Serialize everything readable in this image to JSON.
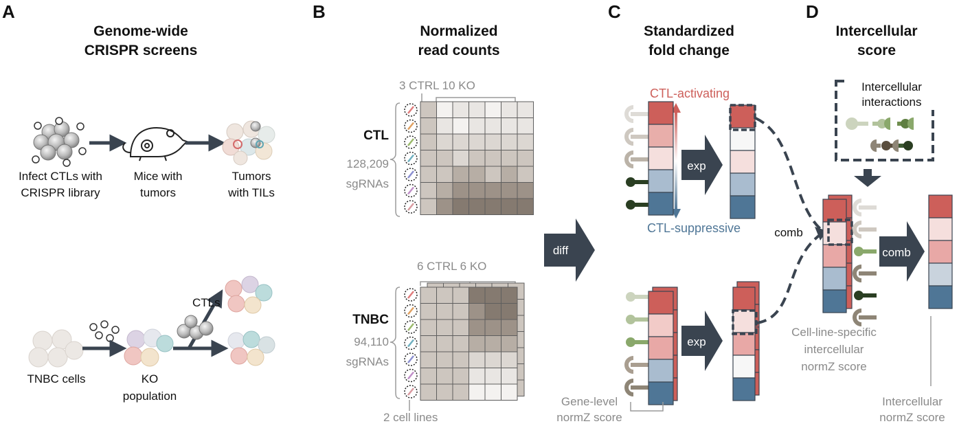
{
  "panels": {
    "a": {
      "letter": "A",
      "title_line1": "Genome-wide",
      "title_line2": "CRISPR screens",
      "ctl_workflow": {
        "step1_line1": "Infect CTLs with",
        "step1_line2": "CRISPR library",
        "step2_line1": "Mice with",
        "step2_line2": "tumors",
        "step3_line1": "Tumors",
        "step3_line2": "with TILs"
      },
      "tnbc_workflow": {
        "step1": "TNBC cells",
        "step2_line1": "KO",
        "step2_line2": "population",
        "branch_label": "CTLs"
      }
    },
    "b": {
      "letter": "B",
      "title_line1": "Normalized",
      "title_line2": "read counts",
      "ctl": {
        "columns_label": "3 CTRL 10 KO",
        "name": "CTL",
        "count": "128,209",
        "unit": "sgRNAs"
      },
      "tnbc": {
        "columns_label": "6 CTRL  6 KO",
        "name": "TNBC",
        "count": "94,110",
        "unit": "sgRNAs",
        "footer": "2 cell lines"
      },
      "arrow": "diff"
    },
    "c": {
      "letter": "C",
      "title_line1": "Standardized",
      "title_line2": "fold change",
      "top_label": "CTL-activating",
      "bottom_label": "CTL-suppressive",
      "arrow_top": "exp",
      "arrow_bottom": "exp",
      "footer_line1": "Gene-level",
      "footer_line2": "normZ score"
    },
    "d": {
      "letter": "D",
      "title_line1": "Intercellular",
      "title_line2": "score",
      "box_line1": "Intercellular",
      "box_line2": "interactions",
      "merge_label": "comb",
      "arrow": "comb",
      "caption_line1": "Cell-line-specific",
      "caption_line2": "intercellular",
      "caption_line3": "normZ score",
      "footer_line1": "Intercellular",
      "footer_line2": "normZ score"
    }
  },
  "colors": {
    "activating": "#cd5f5a",
    "suppressive": "#4f7696",
    "arrow": "#3a4450",
    "gray_text": "#8a8a8a"
  },
  "icons": [
    "t-cell-icon",
    "mouse-icon",
    "tumor-cell-icon",
    "sgrna-icon",
    "receptor-icon",
    "ligand-icon"
  ]
}
